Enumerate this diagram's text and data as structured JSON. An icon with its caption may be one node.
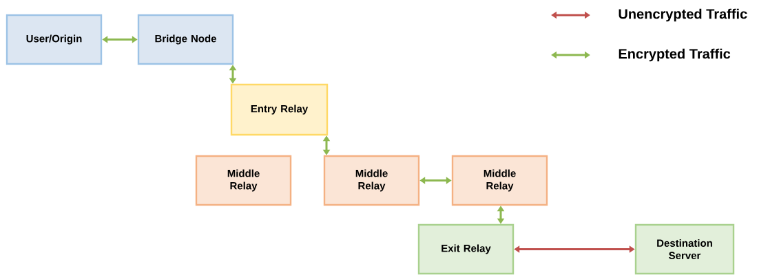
{
  "diagram": {
    "nodes": [
      {
        "text": [
          "User/Origin"
        ]
      },
      {
        "text": [
          "Bridge Node"
        ]
      },
      {
        "text": [
          "Entry Relay"
        ]
      },
      {
        "text": [
          "Middle Relay"
        ]
      },
      {
        "text": [
          "Middle Relay"
        ]
      },
      {
        "text": [
          "Middle Relay"
        ]
      },
      {
        "text": [
          "Exit Relay"
        ]
      },
      {
        "text": [
          "Destination Server"
        ]
      }
    ],
    "edges": [
      {
        "from": 0,
        "to": 1,
        "arrow": "both"
      },
      {
        "from": 1,
        "to": 2,
        "arrow": "both"
      },
      {
        "from": 2,
        "to": 4,
        "arrow": "both"
      },
      {
        "from": 4,
        "to": 5,
        "arrow": "both"
      },
      {
        "from": 5,
        "to": 6,
        "arrow": "both"
      },
      {
        "from": 6,
        "to": 7,
        "arrow": "both",
        "color": "#c0504d"
      }
    ],
    "legend": [
      {
        "text": "Unencrypted Traffic"
      },
      {
        "text": "Encrypted Traffic"
      }
    ]
  }
}
